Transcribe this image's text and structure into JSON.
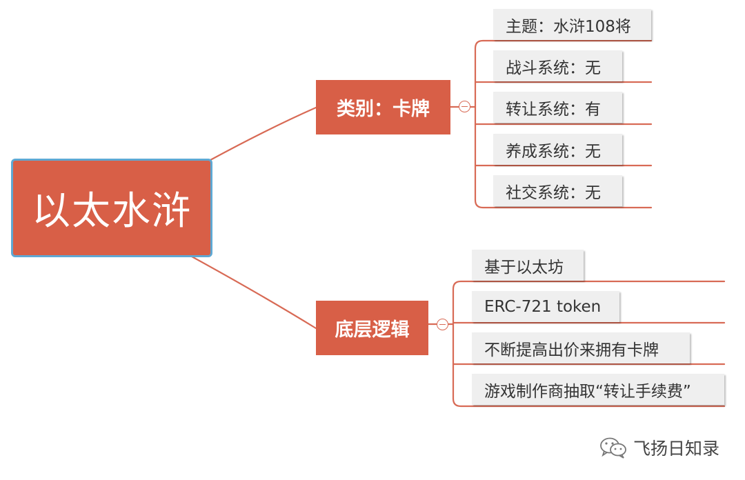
{
  "root": {
    "label": "以太水浒"
  },
  "branches": [
    {
      "label": "类别：卡牌",
      "leaves": [
        "主题：水浒108将",
        "战斗系统：无",
        "转让系统：有",
        "养成系统：无",
        "社交系统：无"
      ]
    },
    {
      "label": "底层逻辑",
      "leaves": [
        "基于以太坊",
        "ERC-721 token",
        "不断提高出价来拥有卡牌",
        "游戏制作商抽取“转让手续费”"
      ]
    }
  ],
  "watermark": {
    "text": "飞扬日知录",
    "icon": "wechat-icon"
  },
  "colors": {
    "node_fill": "#d85f47",
    "root_border": "#5fa8d3",
    "connector": "#d86a55",
    "leaf_fill": "#efefef"
  }
}
